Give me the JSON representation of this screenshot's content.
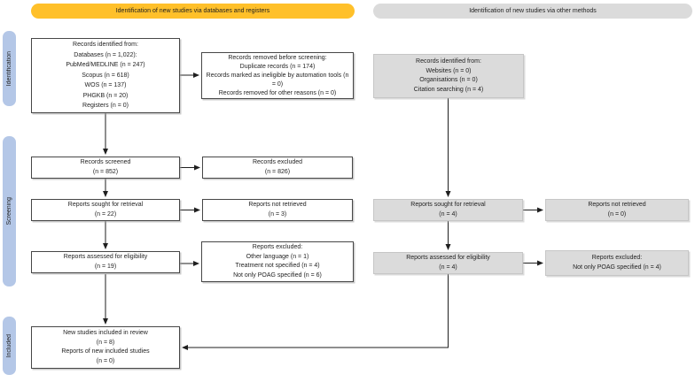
{
  "banners": {
    "databases_registers": "Identification of new studies via databases and registers",
    "other_methods": "Identification of new studies via other methods"
  },
  "stages": {
    "identification": "Identification",
    "screening": "Screening",
    "included": "Included"
  },
  "colors": {
    "banner_yellow": "#FFC02A",
    "banner_gray": "#DBDBDB",
    "stage_pill_blue": "#B4C7E7",
    "gray_box_fill": "#DBDBDB",
    "white_box_border": "#474747",
    "arrow_line": "#1F1F1F"
  },
  "left_column": {
    "records_identified": {
      "lines": [
        "Records identified from:",
        "Databases (n = 1,022):",
        "PubMed/MEDLINE (n = 247)",
        "Scopus (n = 618)",
        "WOS (n = 137)",
        "PHGKB (n = 20)",
        "Registers (n = 0)"
      ]
    },
    "records_removed": {
      "lines": [
        "Records removed before screening:",
        "Duplicate records (n = 174)",
        "Records marked as ineligible by automation tools (n = 0)",
        "Records removed for other reasons (n = 0)"
      ]
    },
    "records_screened": {
      "lines": [
        "Records screened",
        "(n = 852)"
      ]
    },
    "records_excluded": {
      "lines": [
        "Records excluded",
        "(n = 826)"
      ]
    },
    "reports_sought": {
      "lines": [
        "Reports sought for retrieval",
        "(n = 22)"
      ]
    },
    "reports_not_retrieved": {
      "lines": [
        "Reports not retrieved",
        "(n = 3)"
      ]
    },
    "reports_assessed": {
      "lines": [
        "Reports assessed for eligibility",
        "(n = 19)"
      ]
    },
    "reports_excluded": {
      "lines": [
        "Reports excluded:",
        "Other language (n = 1)",
        "Treatment not specified (n = 4)",
        "Not only POAG specified (n = 6)"
      ]
    },
    "new_studies_included": {
      "lines": [
        "New studies included in review",
        "(n = 8)",
        "Reports of new included studies",
        "(n = 0)"
      ]
    }
  },
  "right_column": {
    "records_identified": {
      "lines": [
        "Records identified from:",
        "Websites (n = 0)",
        "Organisations (n = 0)",
        "Citation searching (n = 4)"
      ]
    },
    "reports_sought": {
      "lines": [
        "Reports sought for retrieval",
        "(n = 4)"
      ]
    },
    "reports_not_retrieved": {
      "lines": [
        "Reports not retrieved",
        "(n = 0)"
      ]
    },
    "reports_assessed": {
      "lines": [
        "Reports assessed for eligibility",
        "(n = 4)"
      ]
    },
    "reports_excluded": {
      "lines": [
        "Reports excluded:",
        "Not only POAG specified (n = 4)"
      ]
    }
  }
}
